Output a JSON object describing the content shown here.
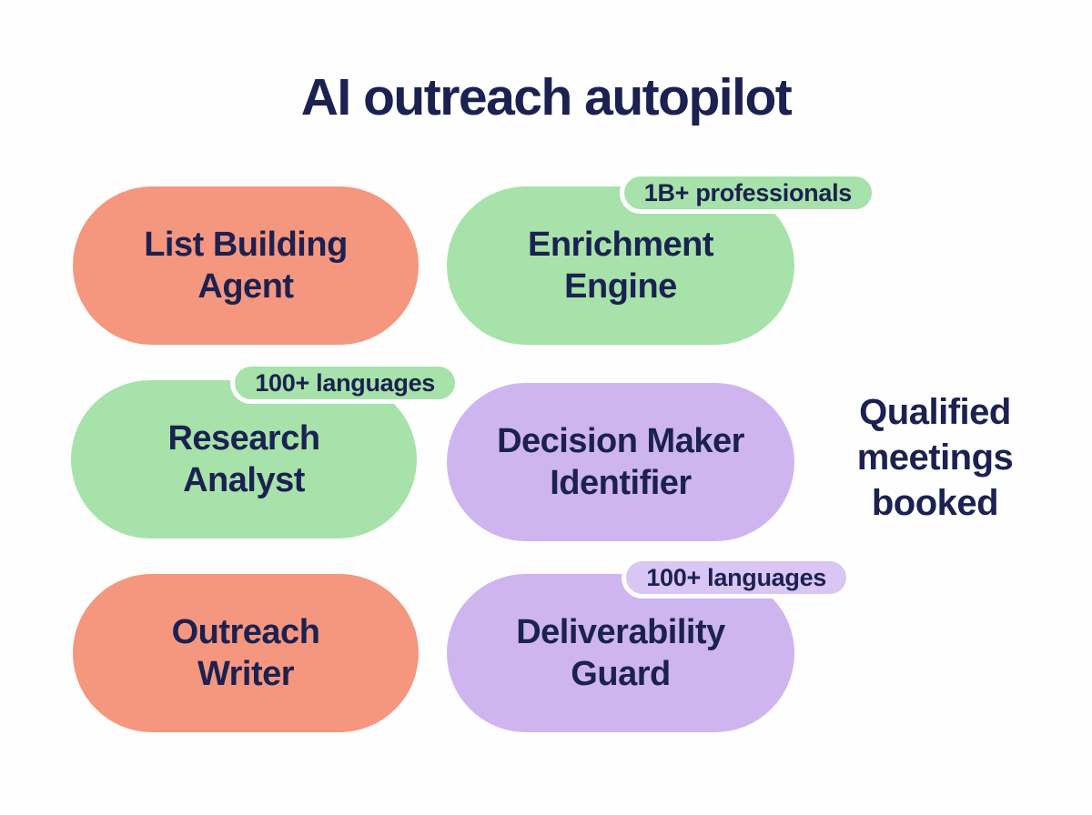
{
  "title": "AI outreach autopilot",
  "outcome_text": "Qualified meetings booked",
  "colors": {
    "coral": "#F5967E",
    "green": "#A6E2A9",
    "purple": "#CEB5F0",
    "purple_light": "#D9C6F5",
    "navy": "#1B2150",
    "background": "#FEFEFE"
  },
  "nodes": [
    {
      "id": "list-building-agent",
      "line1": "List Building",
      "line2": "Agent",
      "color_key": "coral",
      "badge": null
    },
    {
      "id": "enrichment-engine",
      "line1": "Enrichment",
      "line2": "Engine",
      "color_key": "green",
      "badge": "1B+ professionals",
      "badge_color": "green"
    },
    {
      "id": "research-analyst",
      "line1": "Research",
      "line2": "Analyst",
      "color_key": "green",
      "badge": "100+ languages",
      "badge_color": "green"
    },
    {
      "id": "decision-maker-identifier",
      "line1": "Decision Maker",
      "line2": "Identifier",
      "color_key": "purple",
      "badge": null
    },
    {
      "id": "outreach-writer",
      "line1": "Outreach",
      "line2": "Writer",
      "color_key": "coral",
      "badge": null
    },
    {
      "id": "deliverability-guard",
      "line1": "Deliverability",
      "line2": "Guard",
      "color_key": "purple",
      "badge": "100+ languages",
      "badge_color": "purple_light"
    }
  ]
}
